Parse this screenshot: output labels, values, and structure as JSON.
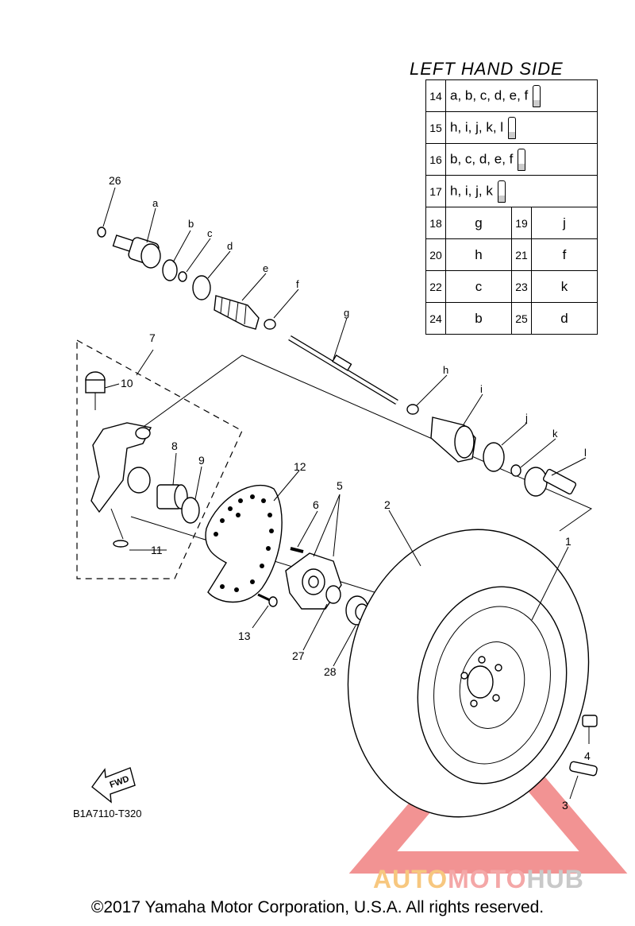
{
  "table": {
    "title": "LEFT HAND SIDE",
    "kit_rows": [
      {
        "num": "14",
        "parts": "a, b, c, d, e, f"
      },
      {
        "num": "15",
        "parts": "h, i, j, k, l"
      },
      {
        "num": "16",
        "parts": "b, c, d, e, f"
      },
      {
        "num": "17",
        "parts": "h, i, j, k"
      }
    ],
    "pair_rows": [
      {
        "n1": "18",
        "v1": "g",
        "n2": "19",
        "v2": "j"
      },
      {
        "n1": "20",
        "v1": "h",
        "n2": "21",
        "v2": "f"
      },
      {
        "n1": "22",
        "v1": "c",
        "n2": "23",
        "v2": "k"
      },
      {
        "n1": "24",
        "v1": "b",
        "n2": "25",
        "v2": "d"
      }
    ]
  },
  "callouts": {
    "c1": "1",
    "c2": "2",
    "c3": "3",
    "c4": "4",
    "c5": "5",
    "c6": "6",
    "c7": "7",
    "c8": "8",
    "c9": "9",
    "c10": "10",
    "c11": "11",
    "c12": "12",
    "c13": "13",
    "c26": "26",
    "c27": "27",
    "c28": "28"
  },
  "letters": {
    "a": "a",
    "b": "b",
    "c": "c",
    "d": "d",
    "e": "e",
    "f": "f",
    "g": "g",
    "h": "h",
    "i": "i",
    "j": "j",
    "k": "k",
    "l": "l"
  },
  "fwd_label": "FWD",
  "ref_code": "B1A7110-T320",
  "copyright": "©2017 Yamaha Motor Corporation, U.S.A. All rights reserved.",
  "watermark": {
    "part1": "AUTO",
    "part2": "MOTO",
    "part3": "HUB"
  },
  "colors": {
    "watermark_red": "#f08080",
    "watermark_orange": "#f7c77f",
    "watermark_grey": "#c9c9c9"
  }
}
